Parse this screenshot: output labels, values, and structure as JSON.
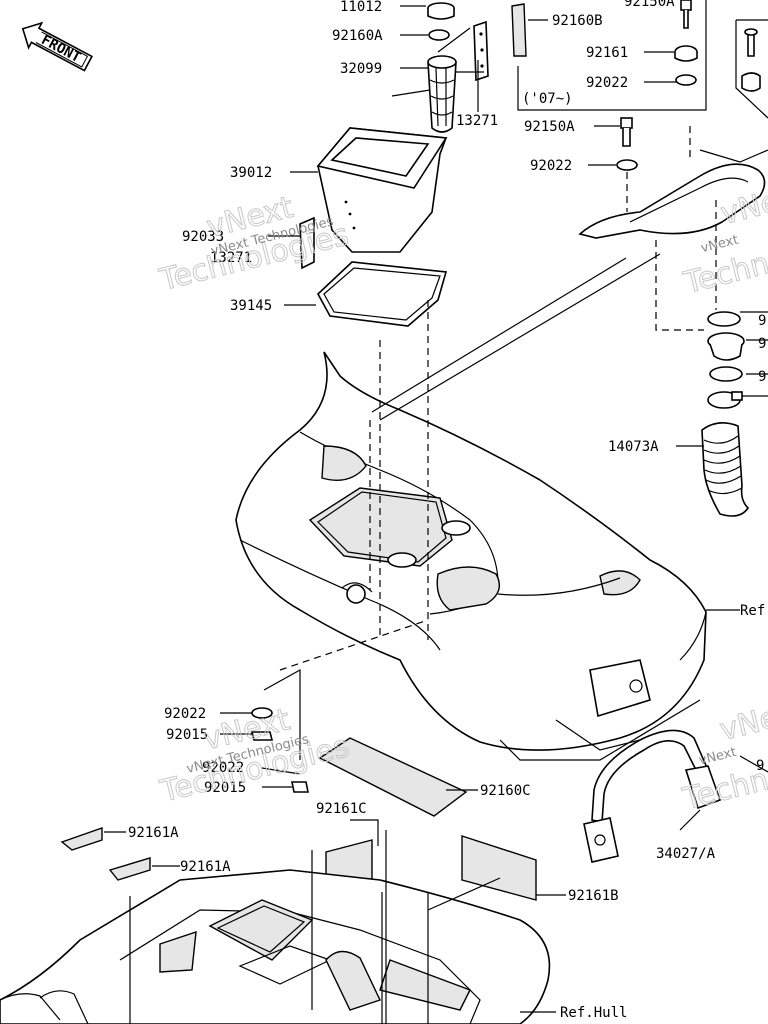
{
  "front_badge": "FRONT",
  "labels": {
    "p11012": "11012",
    "p92160A": "92160A",
    "p32099": "32099",
    "p13271_top": "13271",
    "p39012": "39012",
    "p92033": "92033",
    "p13271_mid": "13271",
    "p39145": "39145",
    "p92150A_top": "92150A",
    "p92160B": "92160B",
    "p92161": "92161",
    "p92022_a": "92022",
    "p07": "('07~)",
    "p92150A": "92150A",
    "p92022_b": "92022",
    "p14073A": "14073A",
    "ref_right": "Ref",
    "p92022_c": "92022",
    "p92015_a": "92015",
    "p92022_d": "92022",
    "p92015_b": "92015",
    "p92160C": "92160C",
    "p92161C": "92161C",
    "p92161A_a": "92161A",
    "p92161A_b": "92161A",
    "p92161B": "92161B",
    "p34027": "34027/A",
    "ref_hull": "Ref.Hull",
    "r9_a": "9",
    "r9_b": "9",
    "r9_c": "9",
    "r9_d": "9"
  },
  "watermark": {
    "brand": "vNext",
    "company": "Technologies",
    "company_partial": "Techn"
  }
}
